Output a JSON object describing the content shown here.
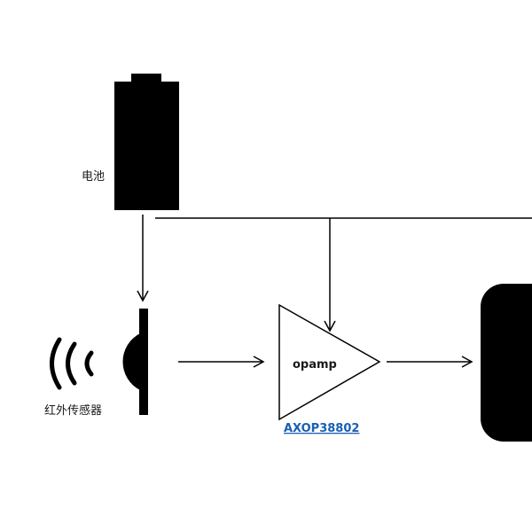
{
  "battery": {
    "label": "电池"
  },
  "sensor": {
    "label": "红外传感器"
  },
  "amplifier": {
    "label": "opamp",
    "part_number": "AXOP38802"
  },
  "colors": {
    "ink": "#000000",
    "link": "#1a5fb4"
  }
}
